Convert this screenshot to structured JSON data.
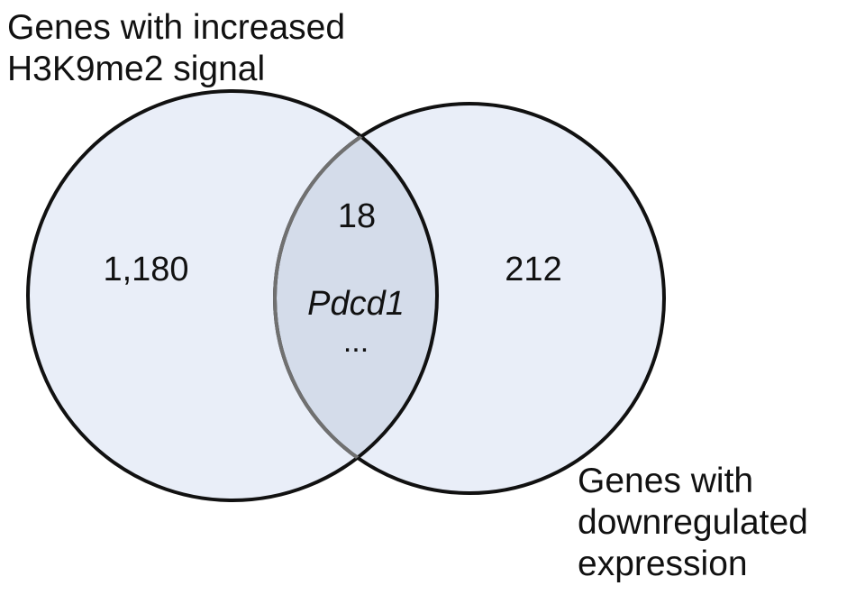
{
  "venn": {
    "left_set": {
      "label_line1": "Genes with increased",
      "label_line2": "H3K9me2 signal",
      "count": "1,180"
    },
    "right_set": {
      "label_line1": "Genes with",
      "label_line2": "downregulated",
      "label_line3": "expression",
      "count": "212"
    },
    "overlap": {
      "count": "18",
      "example_gene": "Pdcd1",
      "ellipsis": "..."
    },
    "colors": {
      "fill": "#e9eef8",
      "overlap_fill": "#d4dcea",
      "left_stroke": "#111111",
      "right_stroke": "#111111",
      "inner_arc_stroke": "#707070"
    }
  }
}
